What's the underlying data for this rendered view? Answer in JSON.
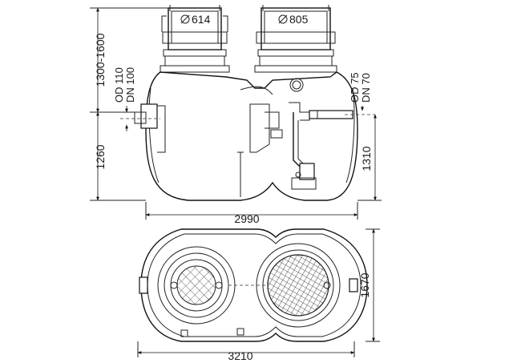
{
  "labels": {
    "diameter_left": "614",
    "diameter_right": "805",
    "riser_height": "1300-1600",
    "inlet_od": "OD 110",
    "inlet_dn": "DN 100",
    "inlet_height": "1260",
    "outlet_od": "OD 75",
    "outlet_dn": "DN 70",
    "outlet_height": "1310",
    "side_width": "2990",
    "plan_width": "3210",
    "plan_depth": "1670"
  },
  "icons": {
    "diameter": "diameter-symbol-icon",
    "arrow": "dimension-arrow-icon"
  },
  "colors": {
    "line": "#111111",
    "background": "#ffffff"
  }
}
